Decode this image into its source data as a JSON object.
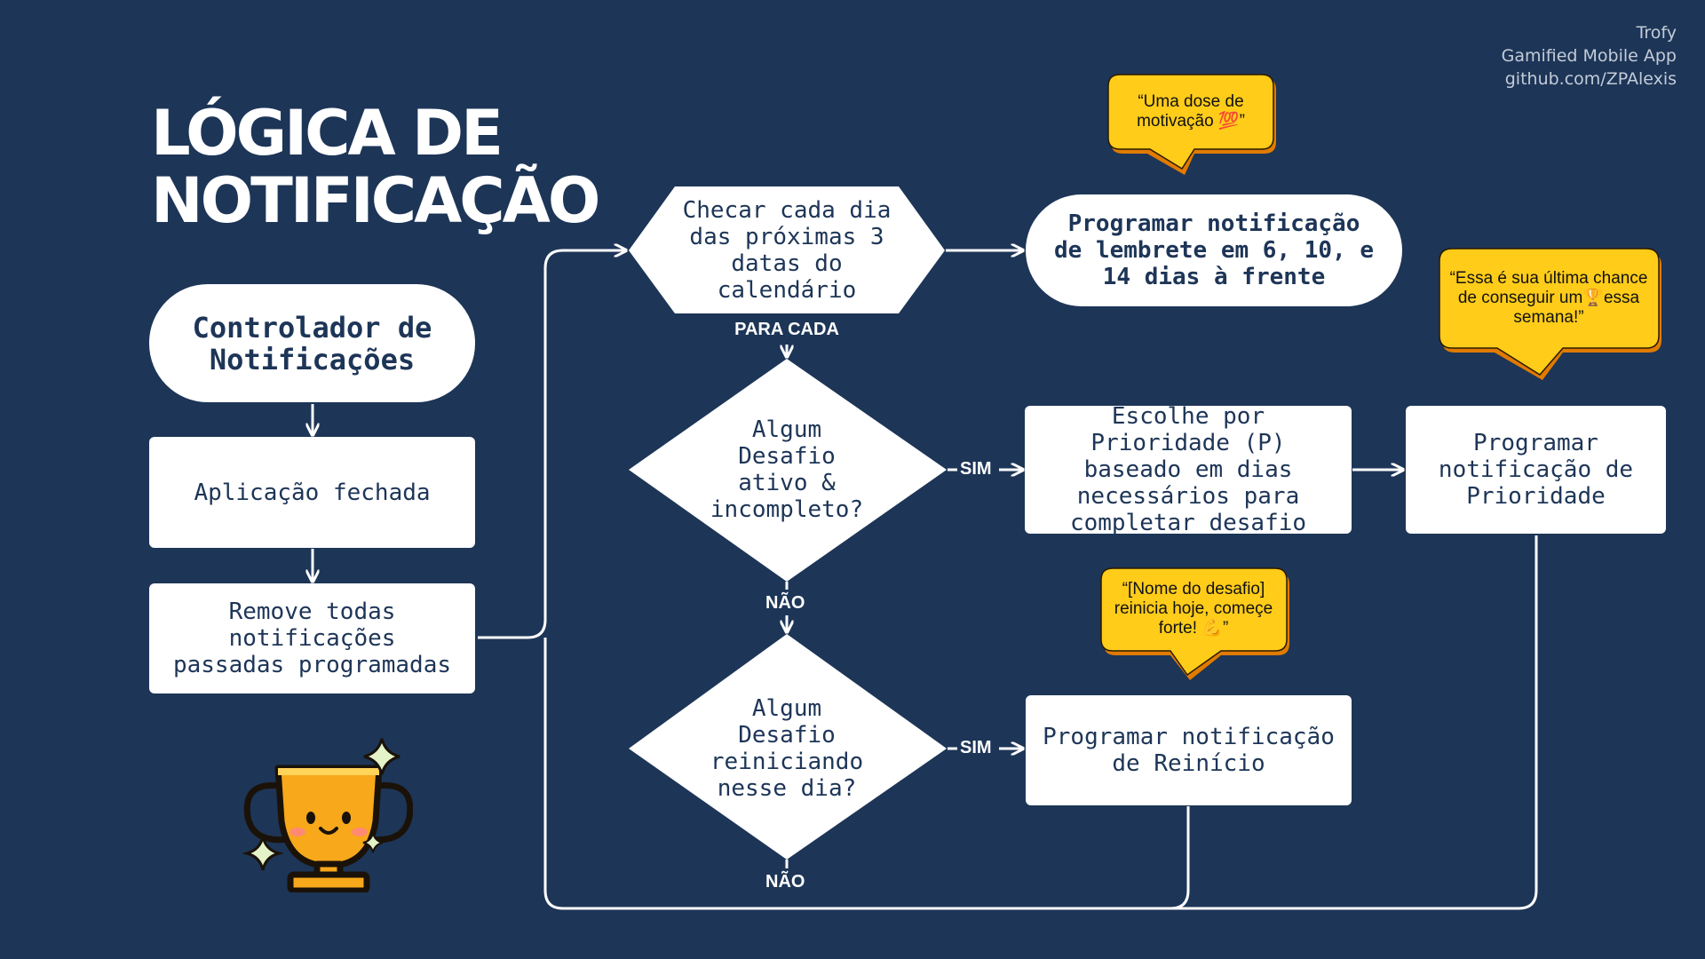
{
  "credits": {
    "line1": "Trofy",
    "line2": "Gamified Mobile App",
    "line3": "github.com/ZPAlexis"
  },
  "title": {
    "line1": "LÓGICA DE",
    "line2": "NOTIFICAÇÃO"
  },
  "nodes": {
    "controller": "Controlador de Notificações",
    "app_closed": "Aplicação fechada",
    "remove_past": "Remove todas notificações passadas programadas",
    "check_days": "Checar cada dia das próximas 3 datas do calendário",
    "reminder": "Programar notificação de lembrete em 6, 10, e 14 dias à frente",
    "active_challenge": "Algum Desafio ativo & incompleto?",
    "choose_priority": "Escolhe por Prioridade (P) baseado em dias necessários para completar desafio",
    "priority_notification": "Programar notificação de Prioridade",
    "restarting_challenge": "Algum Desafio reiniciando nesse dia?",
    "restart_notification": "Programar notificação de Reinício"
  },
  "edge_labels": {
    "for_each": "PARA CADA",
    "yes_1": "SIM",
    "no_1": "NÃO",
    "yes_2": "SIM",
    "no_2": "NÃO"
  },
  "bubbles": {
    "motivation": "“Uma dose de motivação 💯”",
    "last_chance": "“Essa é sua última chance de conseguir um🏆essa semana!”",
    "restart": "“[Nome do desafio] reinicia hoje, começe forte! 💪”"
  },
  "icons": {
    "mascot": "trophy-mascot-icon",
    "sparkles": "sparkle-icon"
  },
  "colors": {
    "background": "#1d3557",
    "node": "#ffffff",
    "bubble": "#ffcc1a",
    "bubble_shadow": "#e07b00",
    "trophy": "#f7a81b",
    "sparkle": "#e4f3c8"
  }
}
